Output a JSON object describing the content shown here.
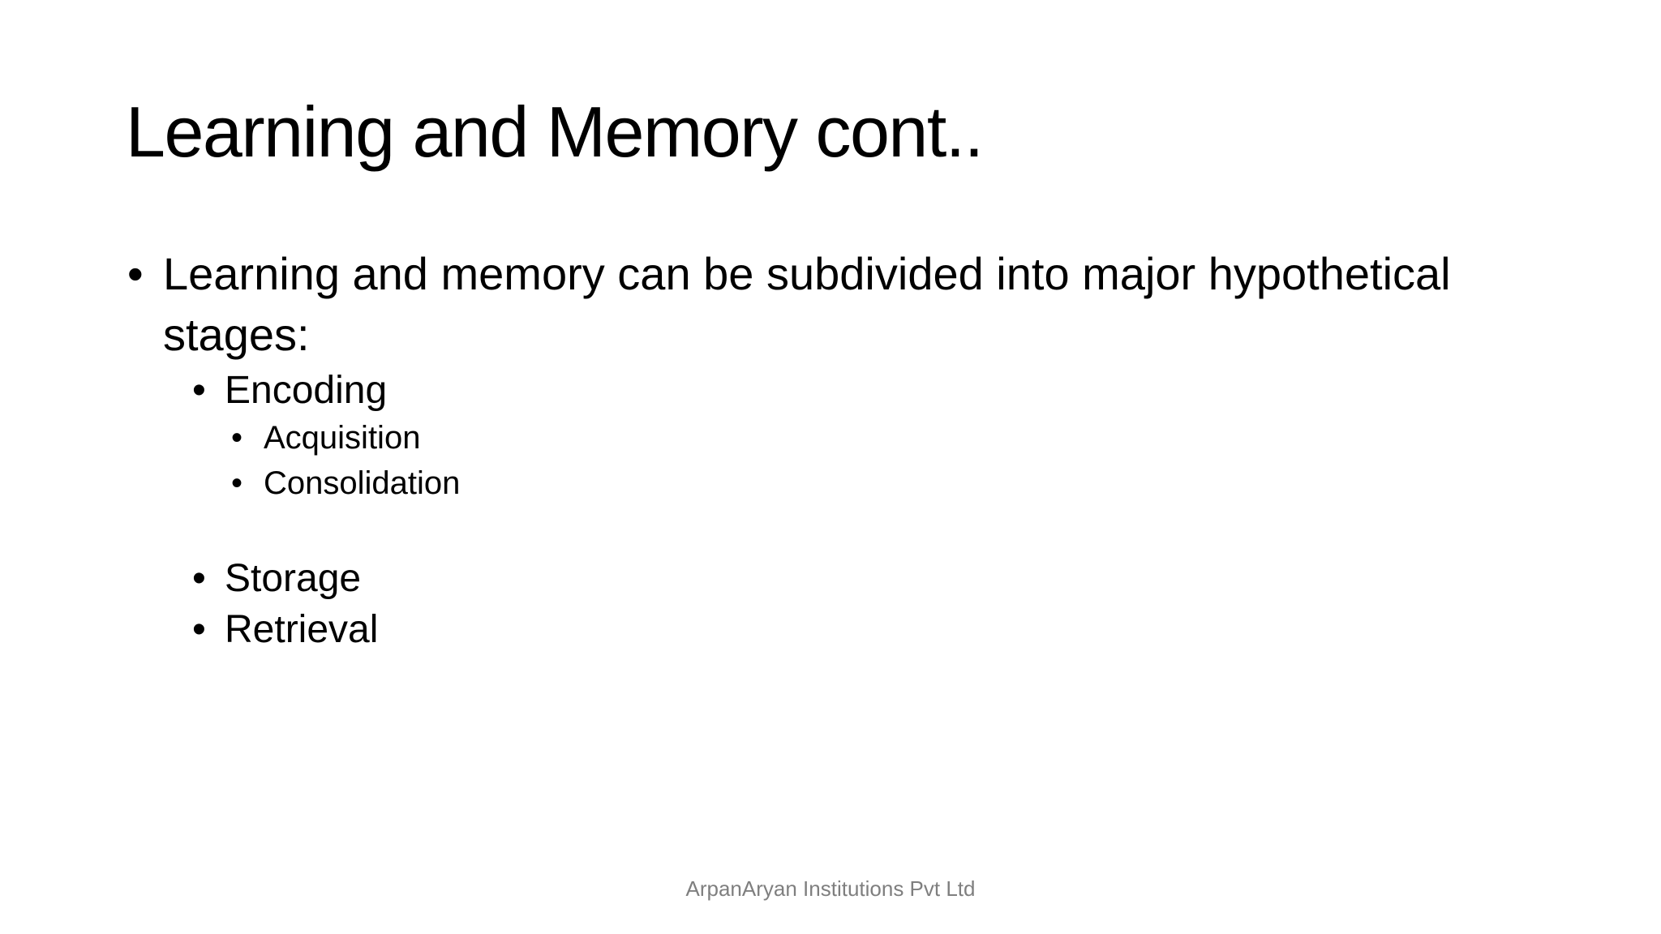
{
  "slide": {
    "title": "Learning and Memory cont..",
    "bullet_char": "•",
    "bullets": [
      {
        "level": 1,
        "text": "Learning and memory can be subdivided into major hypothetical stages:"
      },
      {
        "level": 2,
        "text": "Encoding"
      },
      {
        "level": 3,
        "text": "Acquisition"
      },
      {
        "level": 3,
        "text": "Consolidation"
      },
      {
        "level": 2,
        "text": "Storage"
      },
      {
        "level": 2,
        "text": "Retrieval"
      }
    ],
    "footer": "ArpanAryan Institutions Pvt Ltd",
    "colors": {
      "background": "#ffffff",
      "title_text": "#000000",
      "body_text": "#000000",
      "footer_text": "#7f7f7f"
    }
  }
}
